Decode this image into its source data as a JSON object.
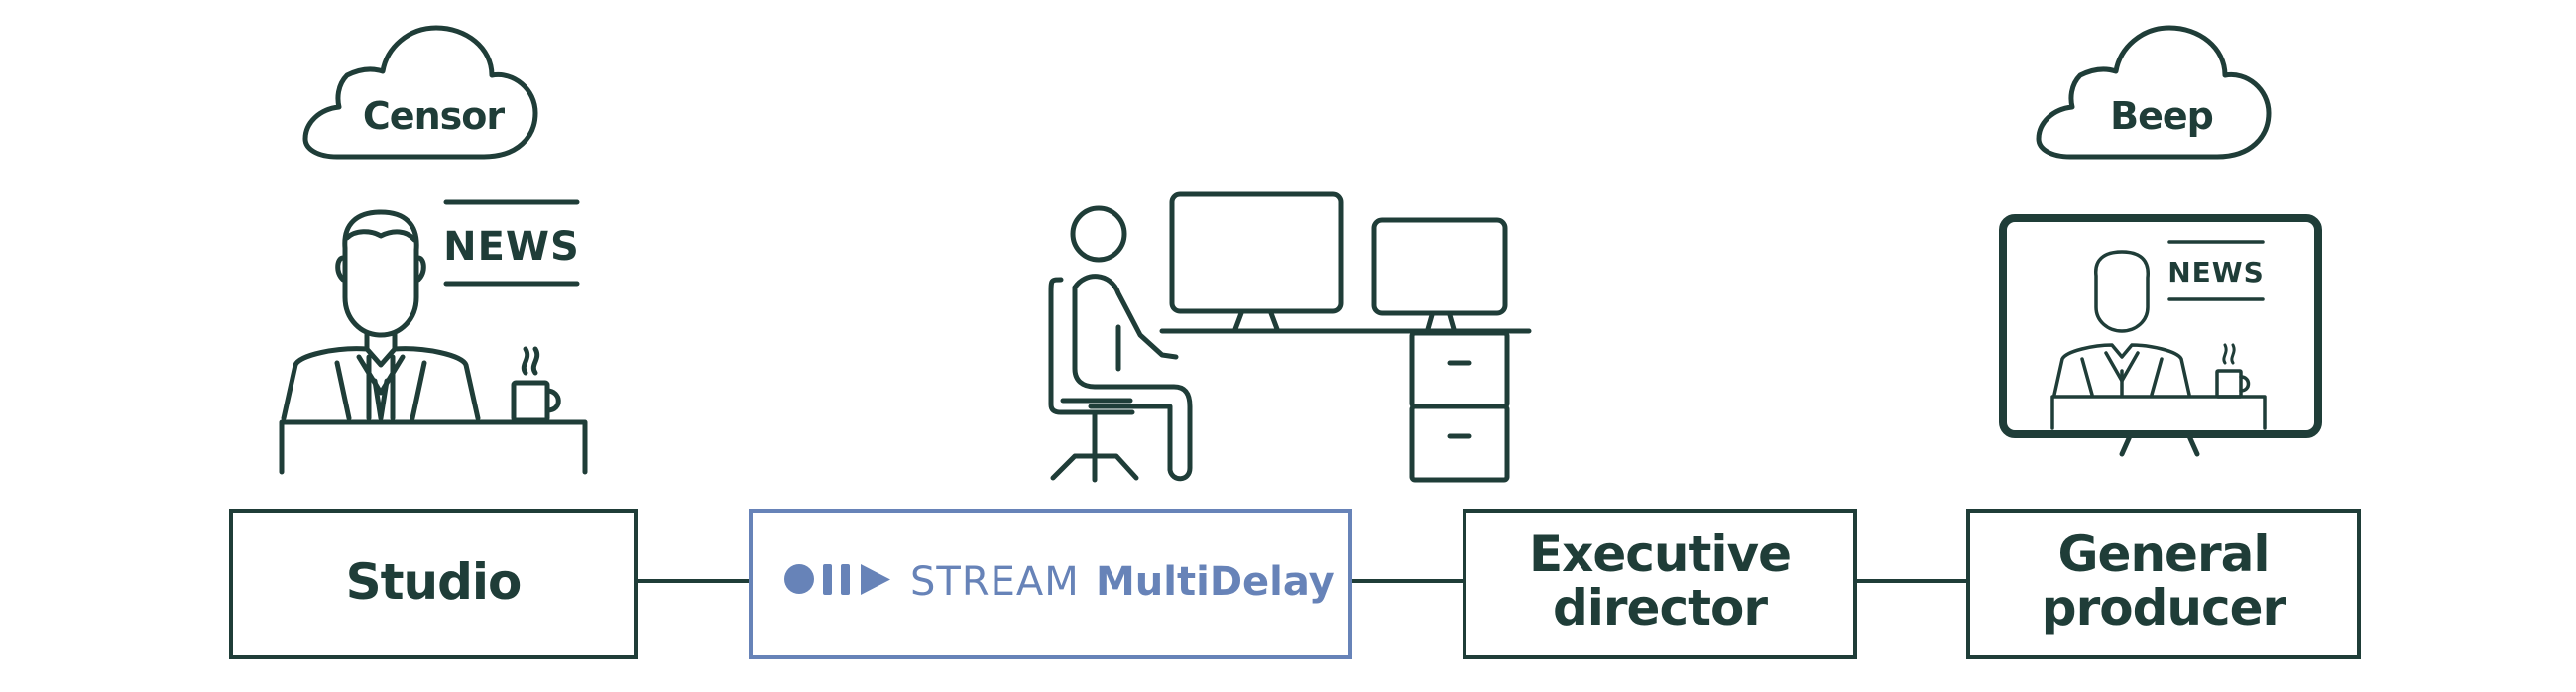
{
  "clouds": {
    "left_label": "Censor",
    "right_label": "Beep"
  },
  "news": {
    "left_sign": "NEWS",
    "tv_sign": "NEWS"
  },
  "boxes": {
    "studio": "Studio",
    "brand_light": "STREAM",
    "brand_bold": "MultiDelay",
    "executive": [
      "Executive",
      "director"
    ],
    "producer": [
      "General",
      "producer"
    ]
  },
  "colors": {
    "ink": "#1f3d38",
    "brand": "#6783b8",
    "background": "#ffffff"
  },
  "icons": [
    "cloud-icon",
    "news-anchor-icon",
    "coffee-cup-icon",
    "operator-workstation-icon",
    "television-icon",
    "stream-logo-icon"
  ]
}
